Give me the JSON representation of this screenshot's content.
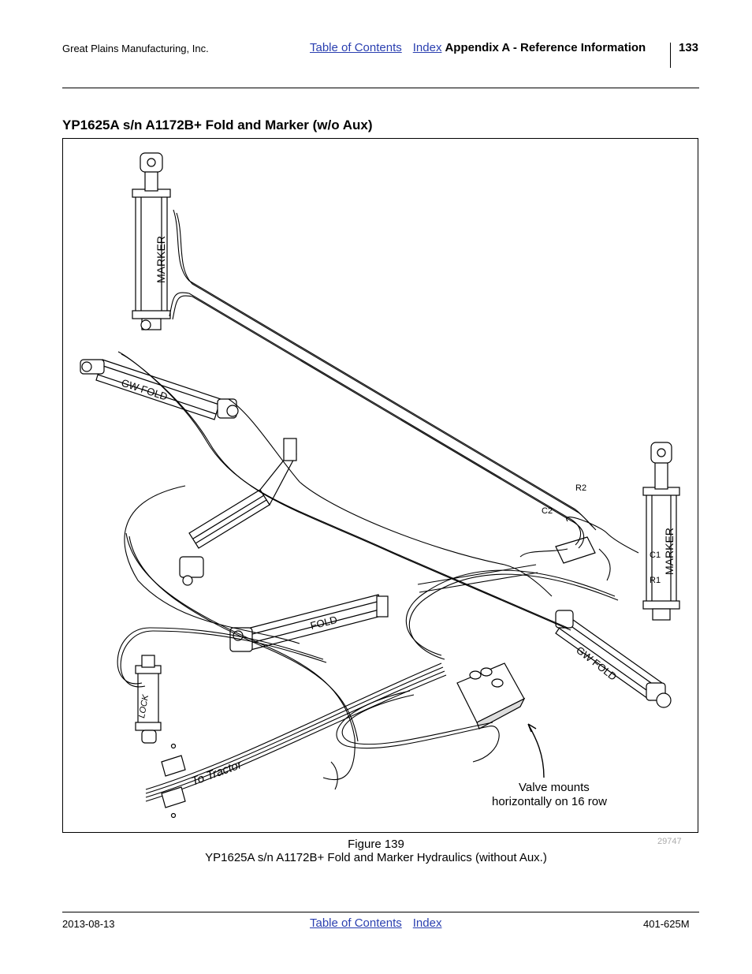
{
  "header": {
    "company": "Great Plains Manufacturing, Inc.",
    "toc_link": "Table of Contents",
    "index_link": "Index",
    "section": "Appendix A - Reference Information",
    "page_number": "133"
  },
  "title": "YP1625A s/n A1172B+ Fold and Marker (w/o Aux)",
  "figure": {
    "labels": {
      "marker_left": "MARKER",
      "marker_right": "MARKER",
      "gw_fold_left": "GW FOLD",
      "gw_fold_right": "GW FOLD",
      "fold": "FOLD",
      "lock": "LOCK",
      "to_tractor": "To Tractor",
      "r2": "R2",
      "c2": "C2",
      "c1": "C1",
      "r1": "R1",
      "valve_note_1": "Valve mounts",
      "valve_note_2": "horizontally on 16 row"
    },
    "number": "Figure 139",
    "caption": "YP1625A s/n A1172B+ Fold and Marker Hydraulics (without Aux.)",
    "image_id": "29747"
  },
  "footer": {
    "date": "2013-08-13",
    "toc_link": "Table of Contents",
    "index_link": "Index",
    "doc_number": "401-625M"
  }
}
